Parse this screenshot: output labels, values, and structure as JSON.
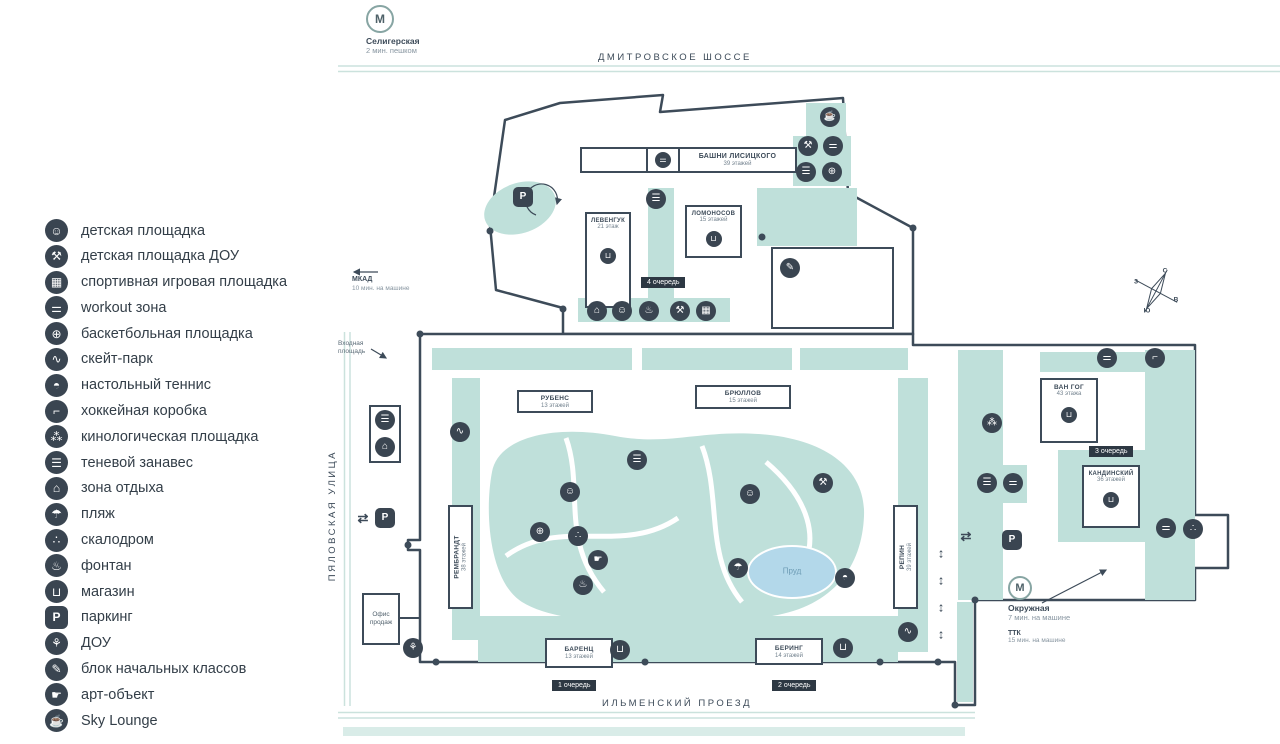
{
  "colors": {
    "teal": "#bfe0da",
    "dark": "#3d4b59",
    "pond": "#b3d8ea",
    "road": "#cbe2dd"
  },
  "icons": {
    "playground": "☺",
    "dou_playground": "⚒",
    "sports_ground": "▦",
    "workout": "⚌",
    "basketball": "⊕",
    "skate": "∿",
    "table_tennis": "◓",
    "hockey": "⌐",
    "dog": "⁂",
    "shade": "☰",
    "rest": "⌂",
    "beach": "☂",
    "climbing": "∴",
    "fountain": "♨",
    "shop": "⊔",
    "parking": "P",
    "dou": "⚘",
    "school": "✎",
    "art": "☛",
    "sky_lounge": "☕",
    "arrows_v": "↕",
    "arrows_h": "⇄"
  },
  "legend": {
    "items": [
      {
        "icon": "playground",
        "label": "детская площадка"
      },
      {
        "icon": "dou_playground",
        "label": "детская площадка ДОУ"
      },
      {
        "icon": "sports_ground",
        "label": "спортивная игровая площадка"
      },
      {
        "icon": "workout",
        "label": "workout зона"
      },
      {
        "icon": "basketball",
        "label": "баскетбольная площадка"
      },
      {
        "icon": "skate",
        "label": "скейт-парк"
      },
      {
        "icon": "table_tennis",
        "label": "настольный теннис"
      },
      {
        "icon": "hockey",
        "label": "хоккейная коробка"
      },
      {
        "icon": "dog",
        "label": "кинологическая площадка"
      },
      {
        "icon": "shade",
        "label": "теневой занавес"
      },
      {
        "icon": "rest",
        "label": "зона отдыха"
      },
      {
        "icon": "beach",
        "label": "пляж"
      },
      {
        "icon": "climbing",
        "label": "скалодром"
      },
      {
        "icon": "fountain",
        "label": "фонтан"
      },
      {
        "icon": "shop",
        "label": "магазин"
      },
      {
        "icon": "parking",
        "label": "паркинг"
      },
      {
        "icon": "dou",
        "label": "ДОУ"
      },
      {
        "icon": "school",
        "label": "блок начальных классов"
      },
      {
        "icon": "art",
        "label": "арт-объект"
      },
      {
        "icon": "sky_lounge",
        "label": "Sky Lounge"
      }
    ]
  },
  "metro_top": {
    "letter": "М",
    "name": "Селигерская",
    "time": "2 мин. пешком"
  },
  "metro_bottom": {
    "letter": "М",
    "name": "Окружная",
    "time": "7 мин. на машине",
    "ttk": "ТТК",
    "ttk_time": "15 мин. на машине"
  },
  "streets": {
    "top": "ДМИТРОВСКОЕ ШОССЕ",
    "bottom": "ИЛЬМЕНСКИЙ ПРОЕЗД",
    "left": "ПЯЛОВСКАЯ УЛИЦА"
  },
  "notes": {
    "mkad": "МКАД",
    "mkad_time": "10 мин. на машине",
    "entrance": "Входная площадь",
    "sales_office": "Офис продаж",
    "pond": "Пруд"
  },
  "buildings": [
    {
      "name": "БАШНИ ЛИСИЦКОГО",
      "floors": "39 этажей"
    },
    {
      "name": "ЛЕВЕНГУК",
      "floors": "21 этаж"
    },
    {
      "name": "ЛОМОНОСОВ",
      "floors": "15 этажей"
    },
    {
      "name": "РУБЕНС",
      "floors": "13 этажей"
    },
    {
      "name": "БРЮЛЛОВ",
      "floors": "15 этажей"
    },
    {
      "name": "ВАН ГОГ",
      "floors": "43 этажа"
    },
    {
      "name": "КАНДИНСКИЙ",
      "floors": "36 этажей"
    },
    {
      "name": "РЕМБРАНДТ",
      "floors": "38 этажей"
    },
    {
      "name": "РЕПИН",
      "floors": "39 этажей"
    },
    {
      "name": "БАРЕНЦ",
      "floors": "13 этажей"
    },
    {
      "name": "БЕРИНГ",
      "floors": "14 этажей"
    }
  ],
  "queues": {
    "q1": "1 очередь",
    "q2": "2 очередь",
    "q3": "3 очередь",
    "q4": "4 очередь"
  },
  "compass": {
    "n": "С",
    "e": "В",
    "s": "Ю",
    "w": "З"
  }
}
